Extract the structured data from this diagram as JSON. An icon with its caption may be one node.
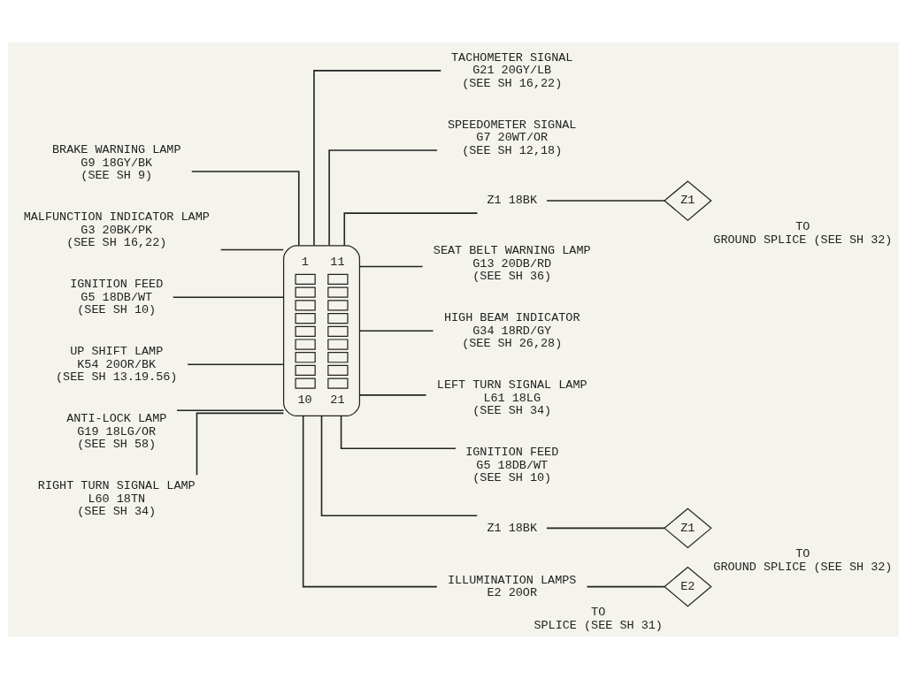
{
  "diagram": {
    "nodes": [
      {
        "text": [
          "1",
          "11",
          "10",
          "21"
        ]
      },
      {
        "text": [
          "BRAKE WARNING LAMP",
          "G9 18GY/BK",
          "(SEE SH 9)"
        ]
      },
      {
        "text": [
          "MALFUNCTION INDICATOR LAMP",
          "G3 20BK/PK",
          "(SEE SH 16,22)"
        ]
      },
      {
        "text": [
          "IGNITION FEED",
          "G5 18DB/WT",
          "(SEE SH 10)"
        ]
      },
      {
        "text": [
          "UP SHIFT LAMP",
          "K54 20OR/BK",
          "(SEE SH 13.19.56)"
        ]
      },
      {
        "text": [
          "ANTI-LOCK LAMP",
          "G19 18LG/OR",
          "(SEE SH 58)"
        ]
      },
      {
        "text": [
          "RIGHT TURN SIGNAL LAMP",
          "L60 18TN",
          "(SEE SH 34)"
        ]
      },
      {
        "text": [
          "TACHOMETER SIGNAL",
          "G21 20GY/LB",
          "(SEE SH 16,22)"
        ]
      },
      {
        "text": [
          "SPEEDOMETER SIGNAL",
          "G7 20WT/OR",
          "(SEE SH 12,18)"
        ]
      },
      {
        "text": [
          "Z1 18BK"
        ]
      },
      {
        "text": [
          "Z1"
        ],
        "beside": [
          "TO",
          "GROUND SPLICE (SEE SH 32)"
        ]
      },
      {
        "text": [
          "SEAT BELT WARNING LAMP",
          "G13 20DB/RD",
          "(SEE SH 36)"
        ]
      },
      {
        "text": [
          "HIGH BEAM INDICATOR",
          "G34 18RD/GY",
          "(SEE SH 26,28)"
        ]
      },
      {
        "text": [
          "LEFT TURN SIGNAL LAMP",
          "L61 18LG",
          "(SEE SH 34)"
        ]
      },
      {
        "text": [
          "IGNITION FEED",
          "G5 18DB/WT",
          "(SEE SH 10)"
        ]
      },
      {
        "text": [
          "Z1 18BK"
        ]
      },
      {
        "text": [
          "Z1"
        ],
        "beside": [
          "TO",
          "GROUND SPLICE (SEE SH 32)"
        ]
      },
      {
        "text": [
          "ILLUMINATION LAMPS",
          "E2 20OR"
        ]
      },
      {
        "text": [
          "E2"
        ],
        "beside": [
          "TO",
          "SPLICE (SEE SH 31)"
        ]
      }
    ],
    "edges": [
      {
        "from": 1,
        "to": 0,
        "arrow": "none"
      },
      {
        "from": 2,
        "to": 0,
        "arrow": "none"
      },
      {
        "from": 3,
        "to": 0,
        "arrow": "none"
      },
      {
        "from": 4,
        "to": 0,
        "arrow": "none"
      },
      {
        "from": 5,
        "to": 0,
        "arrow": "none"
      },
      {
        "from": 6,
        "to": 0,
        "arrow": "none"
      },
      {
        "from": 0,
        "to": 7,
        "arrow": "none"
      },
      {
        "from": 0,
        "to": 8,
        "arrow": "none"
      },
      {
        "from": 0,
        "to": 9,
        "arrow": "none"
      },
      {
        "from": 9,
        "to": 10,
        "arrow": "none"
      },
      {
        "from": 0,
        "to": 11,
        "arrow": "none"
      },
      {
        "from": 0,
        "to": 12,
        "arrow": "none"
      },
      {
        "from": 0,
        "to": 13,
        "arrow": "none"
      },
      {
        "from": 0,
        "to": 14,
        "arrow": "none"
      },
      {
        "from": 0,
        "to": 15,
        "arrow": "none"
      },
      {
        "from": 15,
        "to": 16,
        "arrow": "none"
      },
      {
        "from": 0,
        "to": 17,
        "arrow": "none"
      },
      {
        "from": 17,
        "to": 18,
        "arrow": "none"
      }
    ]
  }
}
